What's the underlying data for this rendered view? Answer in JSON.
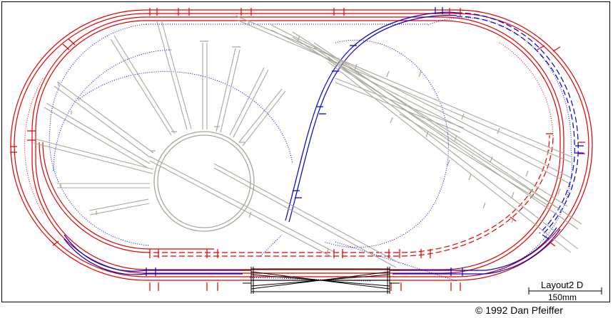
{
  "diagram": {
    "layout_name": "Layout2  D",
    "scale_label": "150mm",
    "copyright": "© 1992  Dan Pfeiffer",
    "colors": {
      "main_line": "#e00000",
      "inner_line": "#0000d0",
      "yard_track": "#a8a89a",
      "frame": "#000000"
    }
  }
}
